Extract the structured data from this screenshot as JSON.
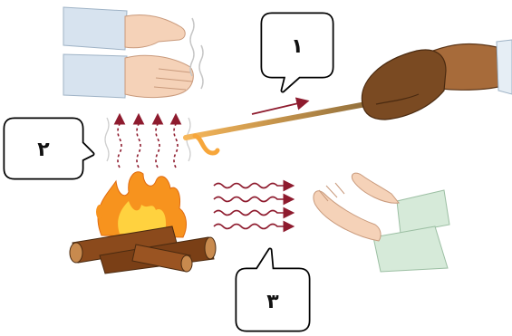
{
  "labels": {
    "conduction": "١",
    "convection": "٢",
    "radiation": "٣"
  },
  "colors": {
    "fire_outer": "#f7931e",
    "fire_inner": "#ffd23f",
    "log": "#8b4a1c",
    "arrows": "#8e1b2e",
    "sleeve_blue": "#d7e3ef",
    "sleeve_green": "#d6ead9",
    "skin": "#f5d2b8",
    "glove": "#7a4a22"
  }
}
